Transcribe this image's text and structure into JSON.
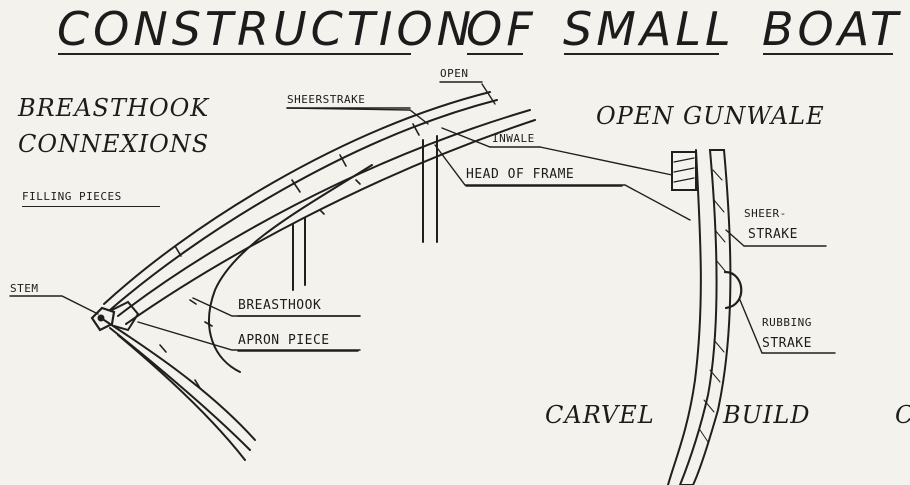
{
  "title": {
    "word1": "CONSTRUCTION",
    "word2": "OF",
    "word3": "SMALL",
    "word4": "BOAT"
  },
  "left": {
    "heading_line1": "BREASTHOOK",
    "heading_line2": "CONNEXIONS",
    "subheading": "FILLING PIECES",
    "labels": {
      "stem": "STEM",
      "sheerstrake": "SHEERSTRAKE",
      "open": "OPEN",
      "inwale": "INWALE",
      "head_of_frame": "HEAD OF FRAME",
      "breasthook": "BREASTHOOK",
      "apron_piece": "APRON PIECE"
    }
  },
  "right": {
    "heading": "OPEN GUNWALE",
    "labels": {
      "sheer_line1": "SHEER-",
      "sheer_line2": "STRAKE",
      "rubbing_line1": "RUBBING",
      "rubbing_line2": "STRAKE"
    }
  },
  "bottom": {
    "carvel": "CARVEL",
    "build": "BUILD",
    "cut_letter": "C"
  },
  "colors": {
    "ink": "#1c1c1c",
    "paper": "#f4f2ec"
  }
}
